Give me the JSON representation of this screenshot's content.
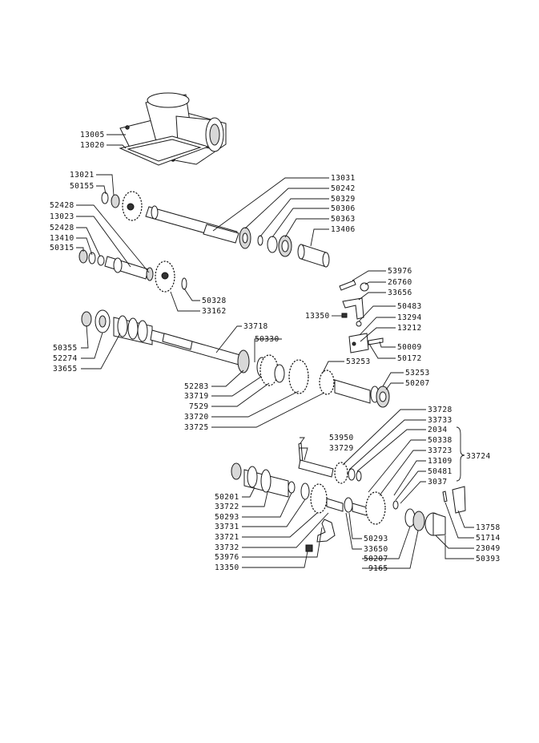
{
  "diagram": {
    "labels": [
      "13005",
      "13020",
      "13021",
      "50155",
      "13031",
      "50242",
      "50329",
      "50306",
      "50363",
      "13406",
      "52428",
      "13023",
      "52428",
      "13410",
      "50315",
      "50328",
      "33162",
      "53976",
      "26760",
      "33656",
      "13350",
      "50483",
      "13294",
      "13212",
      "50009",
      "50172",
      "33718",
      "50330",
      "50355",
      "52274",
      "33655",
      "53253",
      "53253",
      "50207",
      "52283",
      "33719",
      "7529",
      "33720",
      "33725",
      "33728",
      "33733",
      "2034",
      "50338",
      "33723",
      "13109",
      "33724",
      "53950",
      "33729",
      "50481",
      "3037",
      "50201",
      "33722",
      "50293",
      "33731",
      "33721",
      "33732",
      "53976",
      "13350",
      "50293",
      "33650",
      "50207",
      "9165",
      "13758",
      "51714",
      "23049",
      "50393"
    ]
  }
}
